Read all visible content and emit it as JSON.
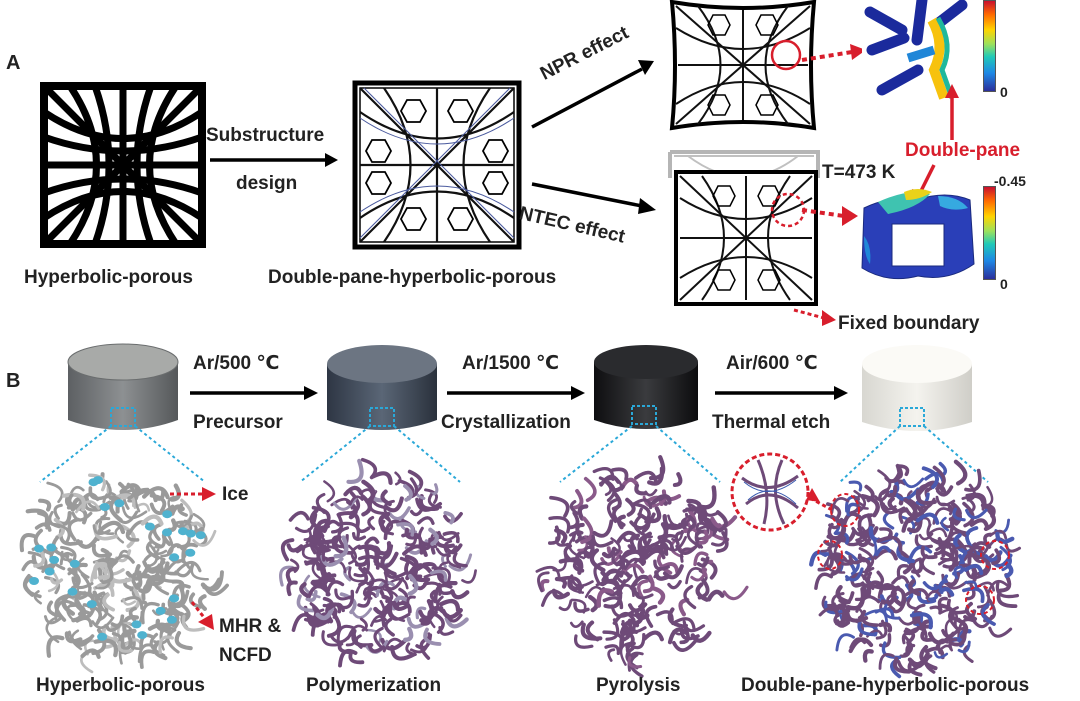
{
  "panels": {
    "a": "A",
    "b": "B"
  },
  "panel_a": {
    "label_left": "Hyperbolic-porous",
    "label_mid": "Double-pane-hyperbolic-porous",
    "arrow_top": "Substructure",
    "arrow_bottom": "design",
    "npr": "NPR effect",
    "ntec": "NTEC effect",
    "temp": "T=473 K",
    "double_pane": "Double-pane",
    "fixed_boundary": "Fixed boundary",
    "colorbar_top_zero": "0",
    "colorbar_bottom_max": "-0.45",
    "colorbar_bottom_zero": "0"
  },
  "panel_b": {
    "step1_top": "Ar/500 ℃",
    "step1_bottom": "Precursor",
    "step2_top": "Ar/1500 ℃",
    "step2_bottom": "Crystallization",
    "step3_top": "Air/600 ℃",
    "step3_bottom": "Thermal etch",
    "ice": "Ice",
    "mhr1": "MHR &",
    "mhr2": "NCFD",
    "cap1": "Hyperbolic-porous",
    "cap2": "Polymerization",
    "cap3": "Pyrolysis",
    "cap4": "Double-pane-hyperbolic-porous"
  },
  "colors": {
    "cylinder1": "#7d8082",
    "cylinder2": "#4c5866",
    "cylinder3": "#1d1d1f",
    "cylinder4": "#ecebe6",
    "fiber_gray": "#9a9a9a",
    "fiber_purple": "#6e4a78",
    "ice_blue": "#4fb2cf",
    "red_accent": "#d81e2c",
    "cyan_dot": "#2aa8d8"
  }
}
